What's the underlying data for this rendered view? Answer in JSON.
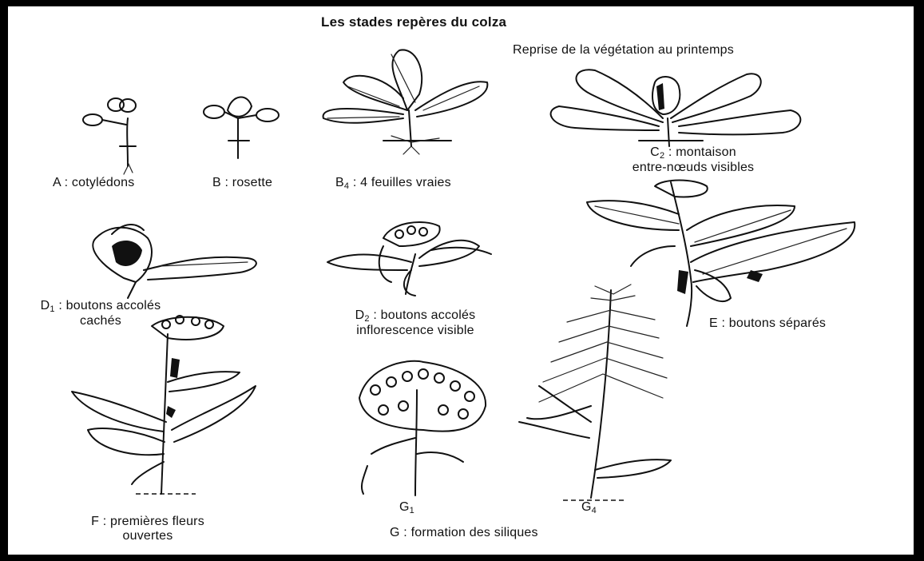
{
  "title": "Les stades repères du colza",
  "subtitle": "Reprise de la végétation au printemps",
  "stages": {
    "A": {
      "text": "A : cotylédons"
    },
    "B": {
      "text": "B : rosette"
    },
    "B4": {
      "letter": "B",
      "sub": "4",
      "rest": " : 4 feuilles vraies"
    },
    "C2": {
      "letter": "C",
      "sub": "2",
      "rest": " : montaison",
      "line2": "entre-nœuds visibles"
    },
    "D1": {
      "letter": "D",
      "sub": "1",
      "rest": " : boutons accolés",
      "line2": "cachés"
    },
    "D2": {
      "letter": "D",
      "sub": "2",
      "rest": " : boutons accolés",
      "line2": "inflorescence visible"
    },
    "E": {
      "text": "E : boutons séparés"
    },
    "F": {
      "line1": "F : premières fleurs",
      "line2": "ouvertes"
    },
    "G1": {
      "letter": "G",
      "sub": "1"
    },
    "G4": {
      "letter": "G",
      "sub": "4"
    },
    "G": {
      "text": "G : formation des siliques"
    }
  }
}
